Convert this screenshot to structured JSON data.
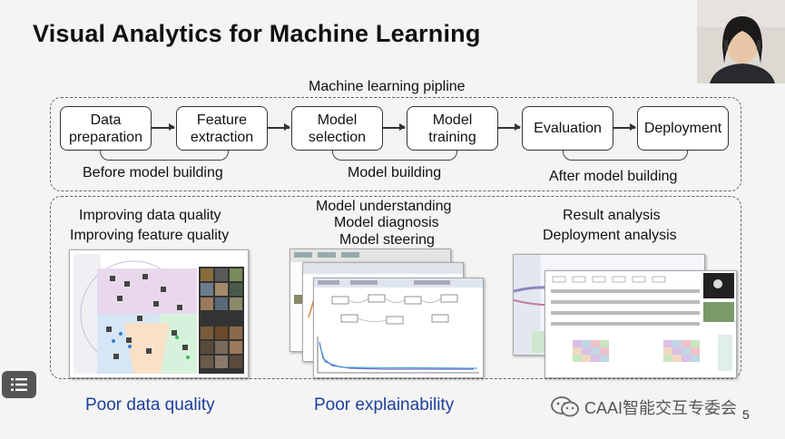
{
  "slide": {
    "title": "Visual Analytics for Machine Learning",
    "page_number": "5"
  },
  "pipeline": {
    "title": "Machine learning pipline",
    "steps": [
      {
        "label": "Data\npreparation"
      },
      {
        "label": "Feature\nextraction"
      },
      {
        "label": "Model\nselection"
      },
      {
        "label": "Model\ntraining"
      },
      {
        "label": "Evaluation"
      },
      {
        "label": "Deployment"
      }
    ],
    "stages": [
      "Before model building",
      "Model building",
      "After model building"
    ]
  },
  "columns": {
    "left": {
      "goals": [
        "Improving data quality",
        "Improving feature quality"
      ],
      "problem": "Poor data quality"
    },
    "middle": {
      "goals": [
        "Model understanding",
        "Model diagnosis",
        "Model steering"
      ],
      "problem": "Poor explainability"
    },
    "right": {
      "goals": [
        "Result analysis",
        "Deployment analysis"
      ]
    }
  },
  "watermark": {
    "text": "CAAI智能交互专委会",
    "icon": "wechat-icon"
  },
  "menu_button": {
    "icon": "list-icon"
  },
  "colors": {
    "problem_text": "#1f3f9c",
    "background": "#f4f4f4"
  }
}
